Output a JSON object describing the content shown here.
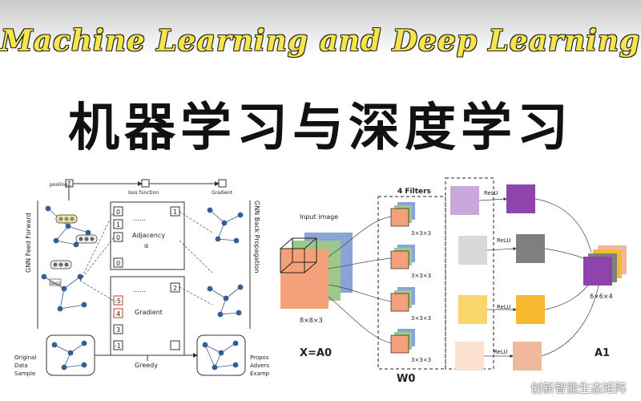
{
  "title_en": "Machine Learning and Deep Learning",
  "title_zh": "机器学习与深度学习",
  "left_diagram": {
    "pooling": "pooling",
    "loss_function": "loss function",
    "gradient": "Gradient",
    "gnn_feed_forward": "GNN Feed Forward",
    "gnn_back_propagation": "GNN Back Propagation",
    "adjacency": "Adjacency",
    "alpha": "α",
    "gradient_box": "Gradient",
    "greedy": "Greedy",
    "original": [
      "Original",
      "Data",
      "Sample"
    ],
    "propos": [
      "Propos",
      "Advers",
      "Examp"
    ],
    "col_top": [
      "0",
      "1",
      "0",
      "0"
    ],
    "col_bottom": [
      "-5",
      "4",
      "3",
      "-1"
    ],
    "right_vals": [
      "1",
      "2"
    ],
    "dots": "……",
    "relu": "ReLU"
  },
  "right_diagram": {
    "input_image": "Input image",
    "input_dim": "8×8×3",
    "x_label": "X=A0",
    "filters": "4 Filters",
    "filter_dim": "3×3×3",
    "w_label": "W0",
    "relu": "ReLU",
    "out_dim": "6×6×4",
    "a_label": "A1"
  },
  "watermark": "创新智能生态矩阵",
  "colors": {
    "purple": "#9b59b6",
    "gray": "#8a8a8a",
    "yellow": "#f5b82e",
    "peach": "#f0b89c",
    "title_yellow": "#f4e64a"
  }
}
